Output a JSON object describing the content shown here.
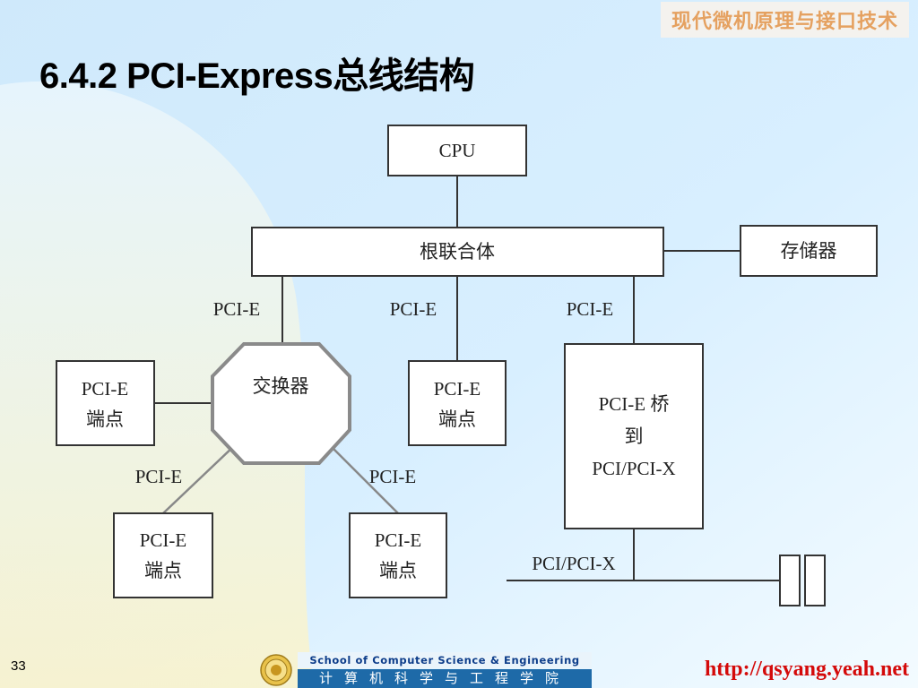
{
  "slide": {
    "course_title": "现代微机原理与接口技术",
    "title": "6.4.2 PCI-Express总线结构",
    "page_number": "33"
  },
  "diagram": {
    "cpu": "CPU",
    "root_complex": "根联合体",
    "memory": "存储器",
    "switch": "交换器",
    "links": {
      "left": "PCI-E",
      "middle": "PCI-E",
      "right": "PCI-E",
      "switch_left": "PCI-E",
      "switch_right": "PCI-E"
    },
    "endpoint_left": [
      "PCI-E",
      "端点"
    ],
    "endpoint_middle": [
      "PCI-E",
      "端点"
    ],
    "endpoint_bottom_left": [
      "PCI-E",
      "端点"
    ],
    "endpoint_bottom_right": [
      "PCI-E",
      "端点"
    ],
    "bridge": [
      "PCI-E 桥",
      "到",
      "PCI/PCI-X"
    ],
    "bus_label": "PCI/PCI-X"
  },
  "footer": {
    "school_en": "School  of  Computer  Science  &  Engineering",
    "school_cn": "计算机科学与工程学院",
    "url": "http://qsyang.yeah.net"
  },
  "colors": {
    "course_title": "#e5a160",
    "url": "#d40a0a",
    "footer_band": "#1e6aa8"
  }
}
